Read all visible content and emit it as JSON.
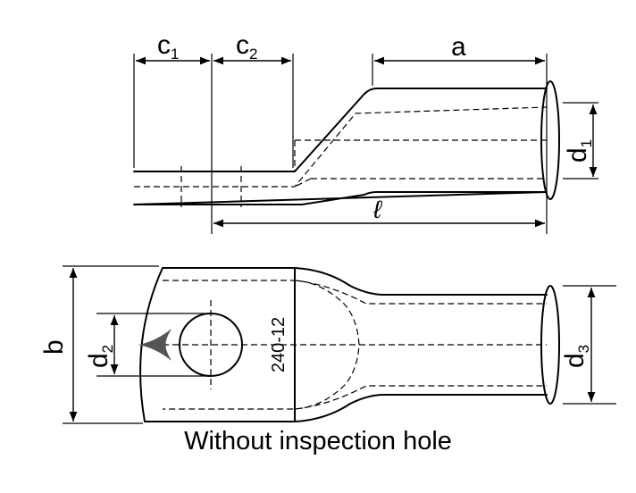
{
  "side_view": {
    "label_c1": "c",
    "label_c1_sub": "1",
    "label_c2": "c",
    "label_c2_sub": "2",
    "label_a": "a",
    "label_d1": "d",
    "label_d1_sub": "1",
    "label_l": "ℓ"
  },
  "top_view": {
    "label_b": "b",
    "label_d2": "d",
    "label_d2_sub": "2",
    "label_d3": "d",
    "label_d3_sub": "3",
    "marking": "240-12"
  },
  "caption": "Without inspection hole",
  "colors": {
    "line": "#000000",
    "logo": "#555555",
    "background": "#ffffff"
  }
}
